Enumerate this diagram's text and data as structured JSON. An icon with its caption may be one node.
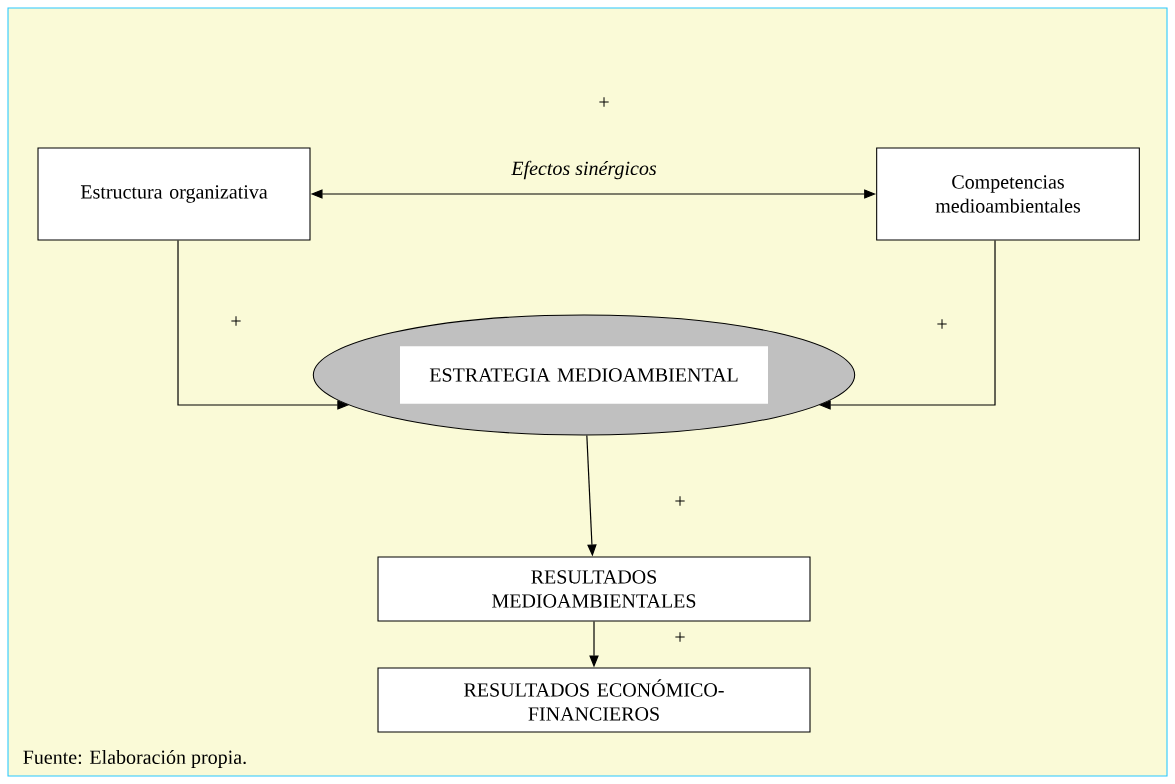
{
  "diagram": {
    "caption": "Fuente: Elaboración propia.",
    "nodes": [
      {
        "text": [
          "Estructura organizativa"
        ]
      },
      {
        "text": [
          "Competencias medioambientales"
        ]
      },
      {
        "text": [
          "ESTRATEGIA MEDIOAMBIENTAL"
        ]
      },
      {
        "text": [
          "RESULTADOS MEDIOAMBIENTALES"
        ]
      },
      {
        "text": [
          "RESULTADOS ECONÓMICO-FINANCIEROS"
        ]
      }
    ],
    "edges": [
      {
        "from": 0,
        "to": 1,
        "arrow": "both",
        "label": "*Efectos sinérgicos*"
      },
      {
        "from": 0,
        "to": 2,
        "arrow": "to"
      },
      {
        "from": 1,
        "to": 2,
        "arrow": "to"
      },
      {
        "from": 2,
        "to": 3,
        "arrow": "to"
      },
      {
        "from": 3,
        "to": 4,
        "arrow": "to"
      }
    ],
    "labels": [
      "+",
      "+",
      "+",
      "+",
      "+"
    ]
  }
}
